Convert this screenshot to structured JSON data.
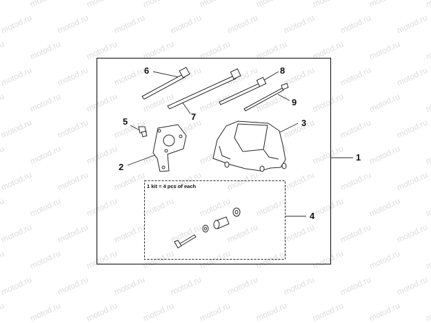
{
  "watermark": {
    "text": "motod.ru"
  },
  "kit_note": "1 kit = 4 pcs of each",
  "callouts": {
    "c1": "1",
    "c2": "2",
    "c3": "3",
    "c4": "4",
    "c5": "5",
    "c6": "6",
    "c7": "7",
    "c8": "8",
    "c9": "9"
  }
}
